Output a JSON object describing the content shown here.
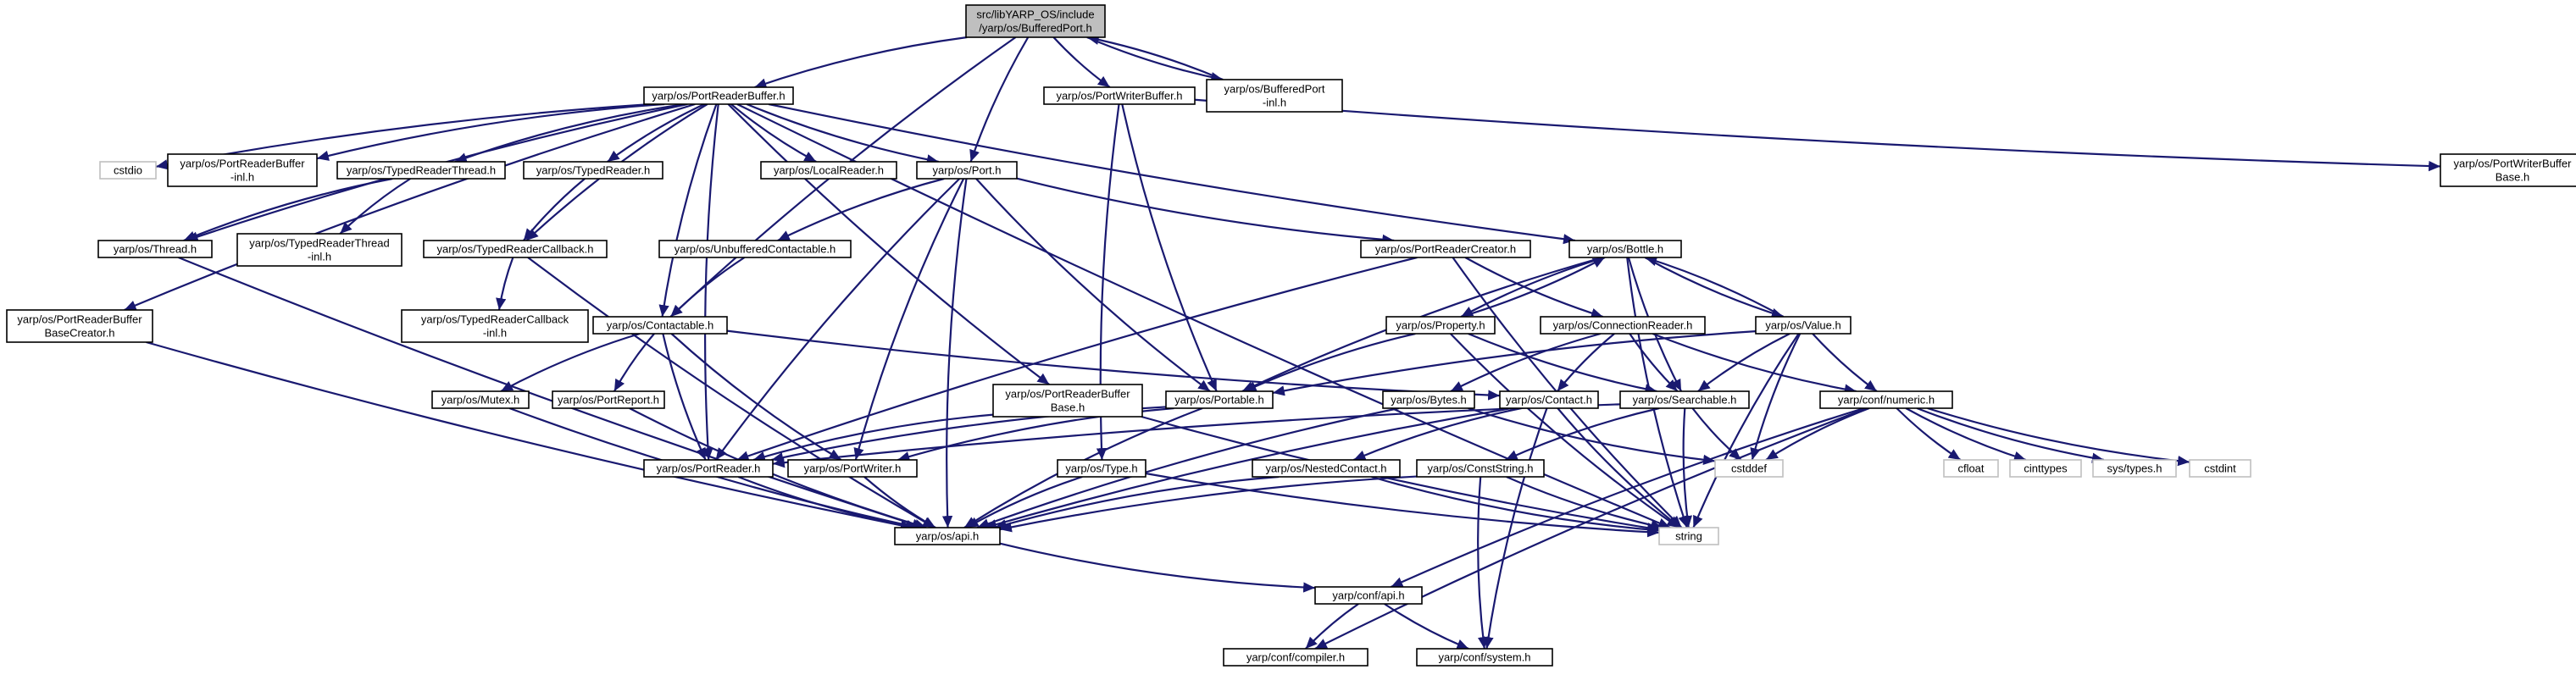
{
  "diagram": {
    "nodes": [
      {
        "id": "bufferedport",
        "lines": [
          "src/libYARP_OS/include",
          "/yarp/os/BufferedPort.h"
        ],
        "kind": "root"
      },
      {
        "id": "portreaderbuffer",
        "lines": [
          "yarp/os/PortReaderBuffer.h"
        ],
        "kind": "normal"
      },
      {
        "id": "portwriterbuffer",
        "lines": [
          "yarp/os/PortWriterBuffer.h"
        ],
        "kind": "normal"
      },
      {
        "id": "bufferedport_inl",
        "lines": [
          "yarp/os/BufferedPort",
          "-inl.h"
        ],
        "kind": "normal"
      },
      {
        "id": "cstdio",
        "lines": [
          "cstdio"
        ],
        "kind": "system"
      },
      {
        "id": "prb_inl",
        "lines": [
          "yarp/os/PortReaderBuffer",
          "-inl.h"
        ],
        "kind": "normal"
      },
      {
        "id": "typedreaderthread",
        "lines": [
          "yarp/os/TypedReaderThread.h"
        ],
        "kind": "normal"
      },
      {
        "id": "typedreader",
        "lines": [
          "yarp/os/TypedReader.h"
        ],
        "kind": "normal"
      },
      {
        "id": "localreader",
        "lines": [
          "yarp/os/LocalReader.h"
        ],
        "kind": "normal"
      },
      {
        "id": "port",
        "lines": [
          "yarp/os/Port.h"
        ],
        "kind": "normal"
      },
      {
        "id": "pwb_base",
        "lines": [
          "yarp/os/PortWriterBuffer",
          "Base.h"
        ],
        "kind": "normal"
      },
      {
        "id": "thread",
        "lines": [
          "yarp/os/Thread.h"
        ],
        "kind": "normal"
      },
      {
        "id": "trt_inl",
        "lines": [
          "yarp/os/TypedReaderThread",
          "-inl.h"
        ],
        "kind": "normal"
      },
      {
        "id": "typedreadercallback",
        "lines": [
          "yarp/os/TypedReaderCallback.h"
        ],
        "kind": "normal"
      },
      {
        "id": "unbufferedcontactable",
        "lines": [
          "yarp/os/UnbufferedContactable.h"
        ],
        "kind": "normal"
      },
      {
        "id": "portreadercreator",
        "lines": [
          "yarp/os/PortReaderCreator.h"
        ],
        "kind": "normal"
      },
      {
        "id": "bottle",
        "lines": [
          "yarp/os/Bottle.h"
        ],
        "kind": "normal"
      },
      {
        "id": "trc_inl",
        "lines": [
          "yarp/os/TypedReaderCallback",
          "-inl.h"
        ],
        "kind": "normal"
      },
      {
        "id": "prb_basecreator",
        "lines": [
          "yarp/os/PortReaderBuffer",
          "BaseCreator.h"
        ],
        "kind": "normal"
      },
      {
        "id": "contactable",
        "lines": [
          "yarp/os/Contactable.h"
        ],
        "kind": "normal"
      },
      {
        "id": "property",
        "lines": [
          "yarp/os/Property.h"
        ],
        "kind": "normal"
      },
      {
        "id": "connectionreader",
        "lines": [
          "yarp/os/ConnectionReader.h"
        ],
        "kind": "normal"
      },
      {
        "id": "value",
        "lines": [
          "yarp/os/Value.h"
        ],
        "kind": "normal"
      },
      {
        "id": "mutex",
        "lines": [
          "yarp/os/Mutex.h"
        ],
        "kind": "normal"
      },
      {
        "id": "portreport",
        "lines": [
          "yarp/os/PortReport.h"
        ],
        "kind": "normal"
      },
      {
        "id": "prb_base",
        "lines": [
          "yarp/os/PortReaderBuffer",
          "Base.h"
        ],
        "kind": "normal"
      },
      {
        "id": "portable",
        "lines": [
          "yarp/os/Portable.h"
        ],
        "kind": "normal"
      },
      {
        "id": "bytes",
        "lines": [
          "yarp/os/Bytes.h"
        ],
        "kind": "normal"
      },
      {
        "id": "contact",
        "lines": [
          "yarp/os/Contact.h"
        ],
        "kind": "normal"
      },
      {
        "id": "searchable",
        "lines": [
          "yarp/os/Searchable.h"
        ],
        "kind": "normal"
      },
      {
        "id": "numeric",
        "lines": [
          "yarp/conf/numeric.h"
        ],
        "kind": "normal"
      },
      {
        "id": "portreader",
        "lines": [
          "yarp/os/PortReader.h"
        ],
        "kind": "normal"
      },
      {
        "id": "portwriter",
        "lines": [
          "yarp/os/PortWriter.h"
        ],
        "kind": "normal"
      },
      {
        "id": "type",
        "lines": [
          "yarp/os/Type.h"
        ],
        "kind": "normal"
      },
      {
        "id": "nestedcontact",
        "lines": [
          "yarp/os/NestedContact.h"
        ],
        "kind": "normal"
      },
      {
        "id": "conststring",
        "lines": [
          "yarp/os/ConstString.h"
        ],
        "kind": "normal"
      },
      {
        "id": "cstddef",
        "lines": [
          "cstddef"
        ],
        "kind": "system"
      },
      {
        "id": "cfloat",
        "lines": [
          "cfloat"
        ],
        "kind": "system"
      },
      {
        "id": "cinttypes",
        "lines": [
          "cinttypes"
        ],
        "kind": "system"
      },
      {
        "id": "systypes",
        "lines": [
          "sys/types.h"
        ],
        "kind": "system"
      },
      {
        "id": "cstdint",
        "lines": [
          "cstdint"
        ],
        "kind": "system"
      },
      {
        "id": "string",
        "lines": [
          "string"
        ],
        "kind": "system"
      },
      {
        "id": "os_api",
        "lines": [
          "yarp/os/api.h"
        ],
        "kind": "normal"
      },
      {
        "id": "conf_api",
        "lines": [
          "yarp/conf/api.h"
        ],
        "kind": "normal"
      },
      {
        "id": "compiler",
        "lines": [
          "yarp/conf/compiler.h"
        ],
        "kind": "normal"
      },
      {
        "id": "system",
        "lines": [
          "yarp/conf/system.h"
        ],
        "kind": "normal"
      }
    ],
    "edges": [
      [
        "bufferedport",
        "portreaderbuffer"
      ],
      [
        "bufferedport",
        "portwriterbuffer"
      ],
      [
        "bufferedport",
        "bufferedport_inl"
      ],
      [
        "bufferedport",
        "port"
      ],
      [
        "bufferedport",
        "contactable"
      ],
      [
        "bufferedport_inl",
        "bufferedport"
      ],
      [
        "portreaderbuffer",
        "cstdio"
      ],
      [
        "portreaderbuffer",
        "prb_inl"
      ],
      [
        "portreaderbuffer",
        "typedreaderthread"
      ],
      [
        "portreaderbuffer",
        "typedreader"
      ],
      [
        "portreaderbuffer",
        "localreader"
      ],
      [
        "portreaderbuffer",
        "port"
      ],
      [
        "portreaderbuffer",
        "thread"
      ],
      [
        "portreaderbuffer",
        "typedreadercallback"
      ],
      [
        "portreaderbuffer",
        "bottle"
      ],
      [
        "portreaderbuffer",
        "prb_basecreator"
      ],
      [
        "portreaderbuffer",
        "prb_base"
      ],
      [
        "portreaderbuffer",
        "portreader"
      ],
      [
        "portreaderbuffer",
        "contactable"
      ],
      [
        "portreaderbuffer",
        "string"
      ],
      [
        "portwriterbuffer",
        "pwb_base"
      ],
      [
        "portwriterbuffer",
        "portable"
      ],
      [
        "portwriterbuffer",
        "type"
      ],
      [
        "typedreaderthread",
        "thread"
      ],
      [
        "typedreaderthread",
        "trt_inl"
      ],
      [
        "typedreader",
        "typedreadercallback"
      ],
      [
        "port",
        "unbufferedcontactable"
      ],
      [
        "port",
        "portreadercreator"
      ],
      [
        "port",
        "portable"
      ],
      [
        "port",
        "portreader"
      ],
      [
        "port",
        "portwriter"
      ],
      [
        "port",
        "os_api"
      ],
      [
        "thread",
        "os_api"
      ],
      [
        "typedreadercallback",
        "trc_inl"
      ],
      [
        "typedreadercallback",
        "os_api"
      ],
      [
        "unbufferedcontactable",
        "contactable"
      ],
      [
        "portreadercreator",
        "portreader"
      ],
      [
        "portreadercreator",
        "connectionreader"
      ],
      [
        "portreadercreator",
        "string"
      ],
      [
        "bottle",
        "property"
      ],
      [
        "bottle",
        "value"
      ],
      [
        "bottle",
        "searchable"
      ],
      [
        "bottle",
        "portable"
      ],
      [
        "bottle",
        "string"
      ],
      [
        "prb_basecreator",
        "os_api"
      ],
      [
        "contactable",
        "mutex"
      ],
      [
        "contactable",
        "portreport"
      ],
      [
        "contactable",
        "portreader"
      ],
      [
        "contactable",
        "portwriter"
      ],
      [
        "contactable",
        "contact"
      ],
      [
        "property",
        "bottle"
      ],
      [
        "property",
        "portable"
      ],
      [
        "property",
        "searchable"
      ],
      [
        "property",
        "string"
      ],
      [
        "connectionreader",
        "bytes"
      ],
      [
        "connectionreader",
        "contact"
      ],
      [
        "connectionreader",
        "searchable"
      ],
      [
        "connectionreader",
        "numeric"
      ],
      [
        "value",
        "bottle"
      ],
      [
        "value",
        "portable"
      ],
      [
        "value",
        "searchable"
      ],
      [
        "value",
        "numeric"
      ],
      [
        "value",
        "cstddef"
      ],
      [
        "value",
        "string"
      ],
      [
        "mutex",
        "os_api"
      ],
      [
        "portreport",
        "os_api"
      ],
      [
        "prb_base",
        "portreader"
      ],
      [
        "prb_base",
        "string"
      ],
      [
        "portable",
        "portreader"
      ],
      [
        "portable",
        "portwriter"
      ],
      [
        "portable",
        "os_api"
      ],
      [
        "bytes",
        "os_api"
      ],
      [
        "bytes",
        "cstddef"
      ],
      [
        "contact",
        "nestedcontact"
      ],
      [
        "contact",
        "os_api"
      ],
      [
        "contact",
        "string"
      ],
      [
        "contact",
        "system"
      ],
      [
        "searchable",
        "conststring"
      ],
      [
        "searchable",
        "cstddef"
      ],
      [
        "searchable",
        "string"
      ],
      [
        "searchable",
        "portreader"
      ],
      [
        "numeric",
        "cstddef"
      ],
      [
        "numeric",
        "cfloat"
      ],
      [
        "numeric",
        "cinttypes"
      ],
      [
        "numeric",
        "systypes"
      ],
      [
        "numeric",
        "cstdint"
      ],
      [
        "numeric",
        "conf_api"
      ],
      [
        "numeric",
        "compiler"
      ],
      [
        "portreader",
        "os_api"
      ],
      [
        "portwriter",
        "os_api"
      ],
      [
        "type",
        "os_api"
      ],
      [
        "type",
        "string"
      ],
      [
        "nestedcontact",
        "os_api"
      ],
      [
        "nestedcontact",
        "string"
      ],
      [
        "conststring",
        "os_api"
      ],
      [
        "conststring",
        "string"
      ],
      [
        "conststring",
        "system"
      ],
      [
        "os_api",
        "conf_api"
      ],
      [
        "conf_api",
        "compiler"
      ],
      [
        "conf_api",
        "system"
      ]
    ]
  }
}
